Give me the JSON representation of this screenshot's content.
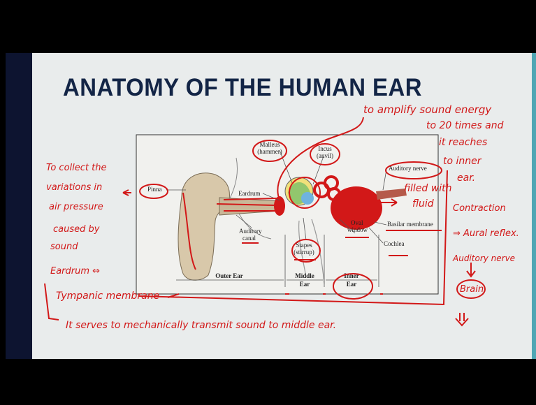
{
  "slide": {
    "title": "ANATOMY OF THE HUMAN EAR"
  },
  "diagram": {
    "labels": {
      "malleus": "Malleus",
      "malleus_sub": "(hammer)",
      "incus": "Incus",
      "incus_sub": "(anvil)",
      "auditory_nerve": "Auditory nerve",
      "pinna": "Pinna",
      "eardrum": "Eardrum",
      "auditory_canal_1": "Auditory",
      "auditory_canal_2": "canal",
      "basilar_membrane": "Basilar membrane",
      "oval_window_1": "Oval",
      "oval_window_2": "window",
      "cochlea": "Cochlea",
      "stapes": "Stapes",
      "stapes_sub": "(stirrup)"
    },
    "sections": {
      "outer": "Outer Ear",
      "middle_1": "Middle",
      "middle_2": "Ear",
      "inner_1": "Inner",
      "inner_2": "Ear"
    }
  },
  "annotations": {
    "amplify_1": "to amplify sound energy",
    "amplify_2": "to 20 times and",
    "amplify_3": "it reaches",
    "amplify_4": "to inner",
    "amplify_5": "ear.",
    "collect_1": "To collect the",
    "collect_2": "variations in",
    "collect_3": "air pressure",
    "collect_4": "caused by",
    "collect_5": "sound",
    "filled_1": "filled with",
    "filled_2": "fluid",
    "contraction": "Contraction",
    "aural_reflex": "⇒ Aural reflex.",
    "auditory_nerve_note": "Auditory nerve",
    "brain": "Brain",
    "eardrum_equiv": "Eardrum ⇔",
    "tympanic": "Tympanic membrane",
    "transmit": "It serves to mechanically transmit sound to middle ear."
  },
  "colors": {
    "ink": "#d21818",
    "title": "#132546",
    "slide_bg": "#e9ecec",
    "left_strip": "#0d1430",
    "right_strip": "#4fa6b4"
  }
}
